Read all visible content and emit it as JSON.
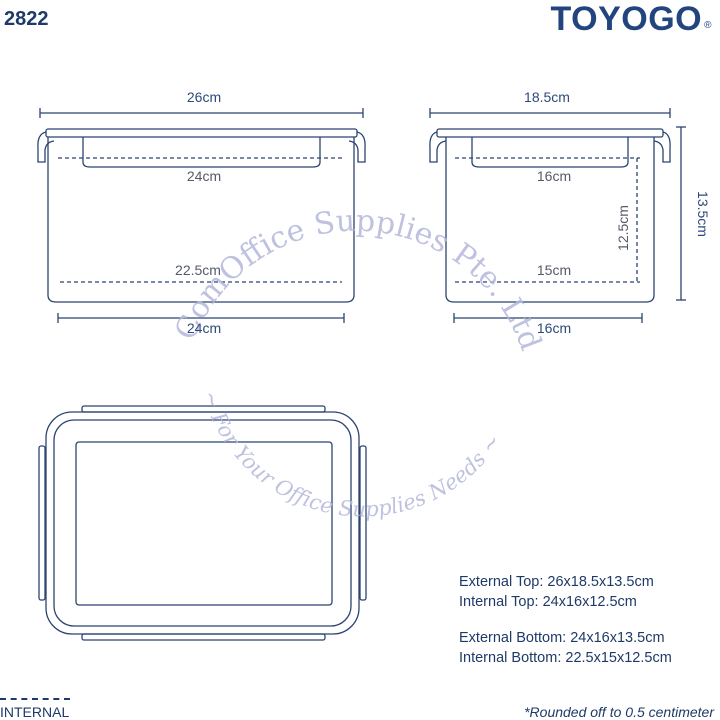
{
  "header": {
    "model_number": "2822",
    "brand": "TOYOGO",
    "registered_mark": "®"
  },
  "side_view": {
    "top_external_width": "26cm",
    "top_internal_width": "24cm",
    "bottom_internal_width": "22.5cm",
    "bottom_external_width": "24cm"
  },
  "end_view": {
    "top_external_width": "18.5cm",
    "top_internal_width": "16cm",
    "bottom_internal_width": "15cm",
    "bottom_external_width": "16cm",
    "internal_height": "12.5cm",
    "external_height": "13.5cm"
  },
  "specs": [
    "External Top: 26x18.5x13.5cm",
    "Internal Top: 24x16x12.5cm",
    "External Bottom: 24x16x13.5cm",
    "Internal Bottom: 22.5x15x12.5cm"
  ],
  "legend": {
    "label": "INTERNAL"
  },
  "footnote": "*Rounded off to 0.5 centimeter",
  "watermark": {
    "line1": "ComOffice Supplies Pte. Ltd.",
    "line2": "~ For Your Office Supplies Needs ~"
  },
  "colors": {
    "outline": "#2b4470",
    "dimension": "#2d4a7a",
    "watermark": "#b3b8da"
  }
}
